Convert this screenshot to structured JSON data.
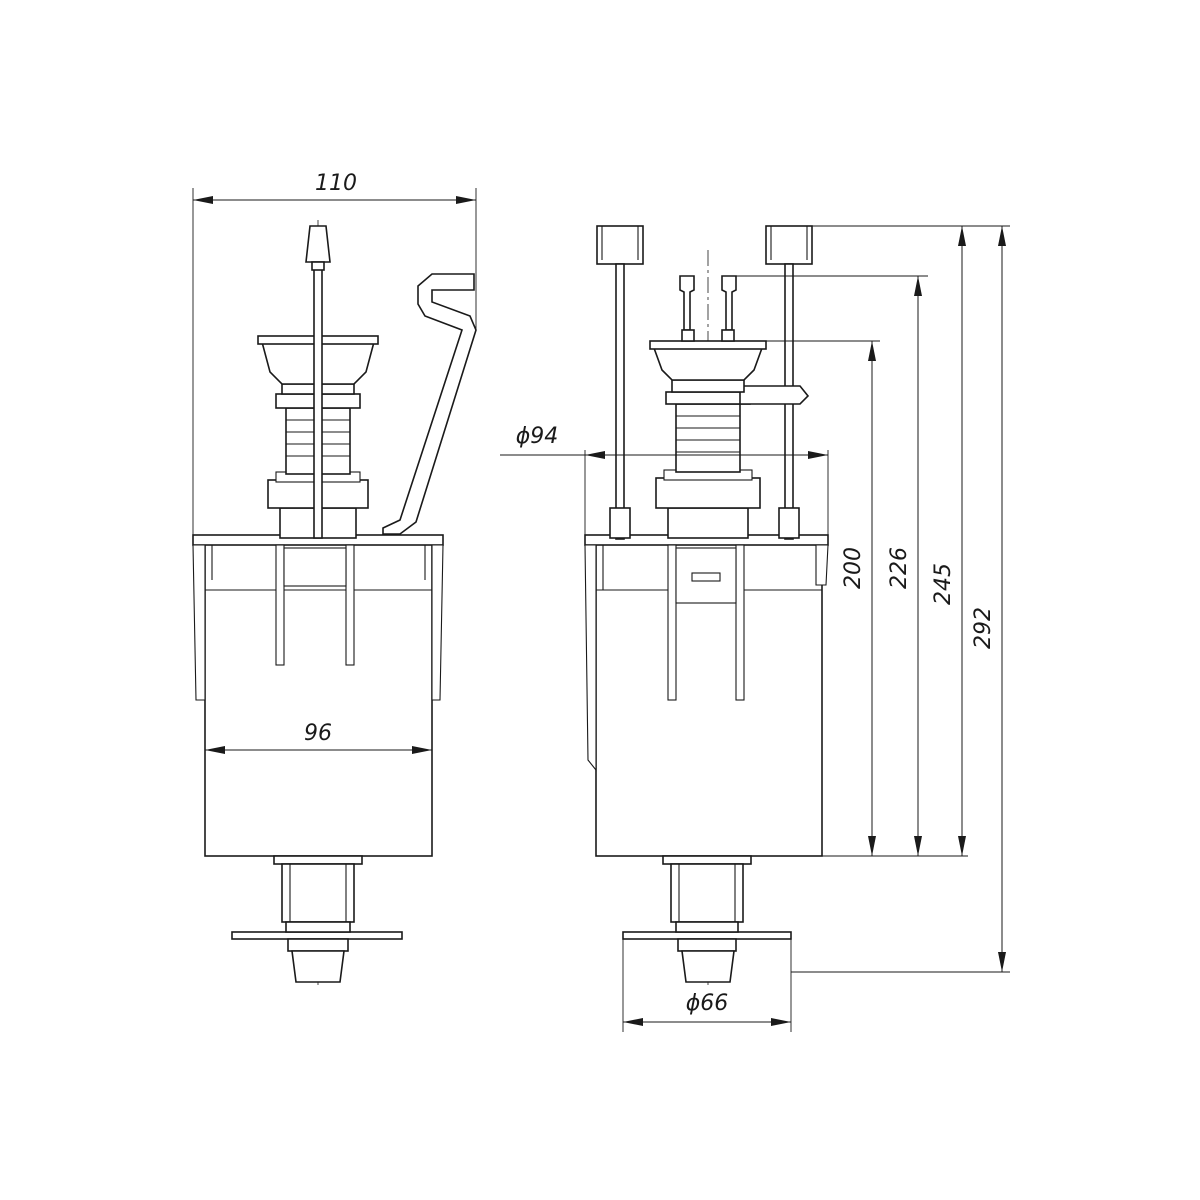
{
  "dimensions": {
    "width_overall": "110",
    "width_body": "96",
    "diameter_body": "ϕ94",
    "diameter_flange": "ϕ66",
    "height_200": "200",
    "height_226": "226",
    "height_245": "245",
    "height_292": "292"
  },
  "colors": {
    "line": "#1a1a1a",
    "background": "#ffffff"
  }
}
